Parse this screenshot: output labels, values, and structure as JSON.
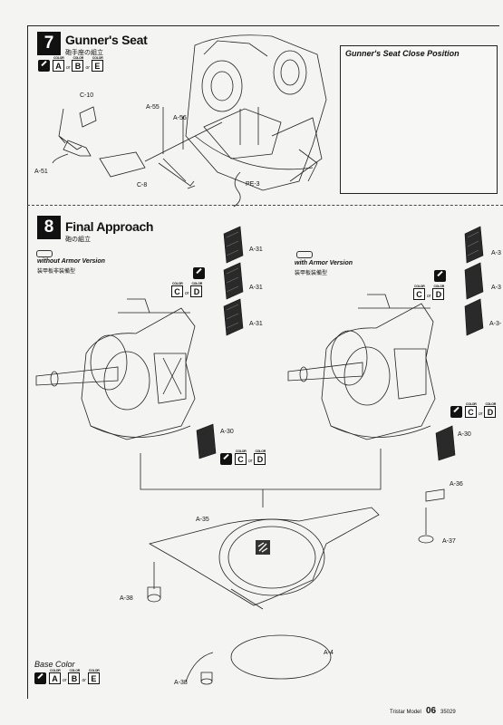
{
  "steps": [
    {
      "number": "7",
      "title": "Gunner's Seat",
      "subtitle": "砲手座の組立"
    },
    {
      "number": "8",
      "title": "Final Approach",
      "subtitle": "砲の組立"
    }
  ],
  "inset_title": "Gunner's Seat Close Position",
  "color_codes": {
    "tag": "COLOR",
    "or": "or",
    "A": "A",
    "B": "B",
    "C": "C",
    "D": "D",
    "E": "E"
  },
  "variants": {
    "without": {
      "label": "without Armor Version",
      "sub": "装甲板非装備型"
    },
    "with": {
      "label": "with Armor Version",
      "sub": "装甲板装備型"
    }
  },
  "parts": {
    "c10": "C-10",
    "a55": "A-55",
    "a56": "A-56",
    "a51": "A-51",
    "c8": "C-8",
    "pe3": "PE-3",
    "a31": "A-31",
    "a31r": "A-3",
    "a31r3": "A-3-",
    "a30": "A-30",
    "a36": "A-36",
    "a35": "A-35",
    "a37": "A-37",
    "a38": "A-38",
    "a4": "A-4"
  },
  "base_color_label": "Base Color",
  "footer": {
    "brand": "Tristar Model",
    "page": "06",
    "code": "35029"
  }
}
